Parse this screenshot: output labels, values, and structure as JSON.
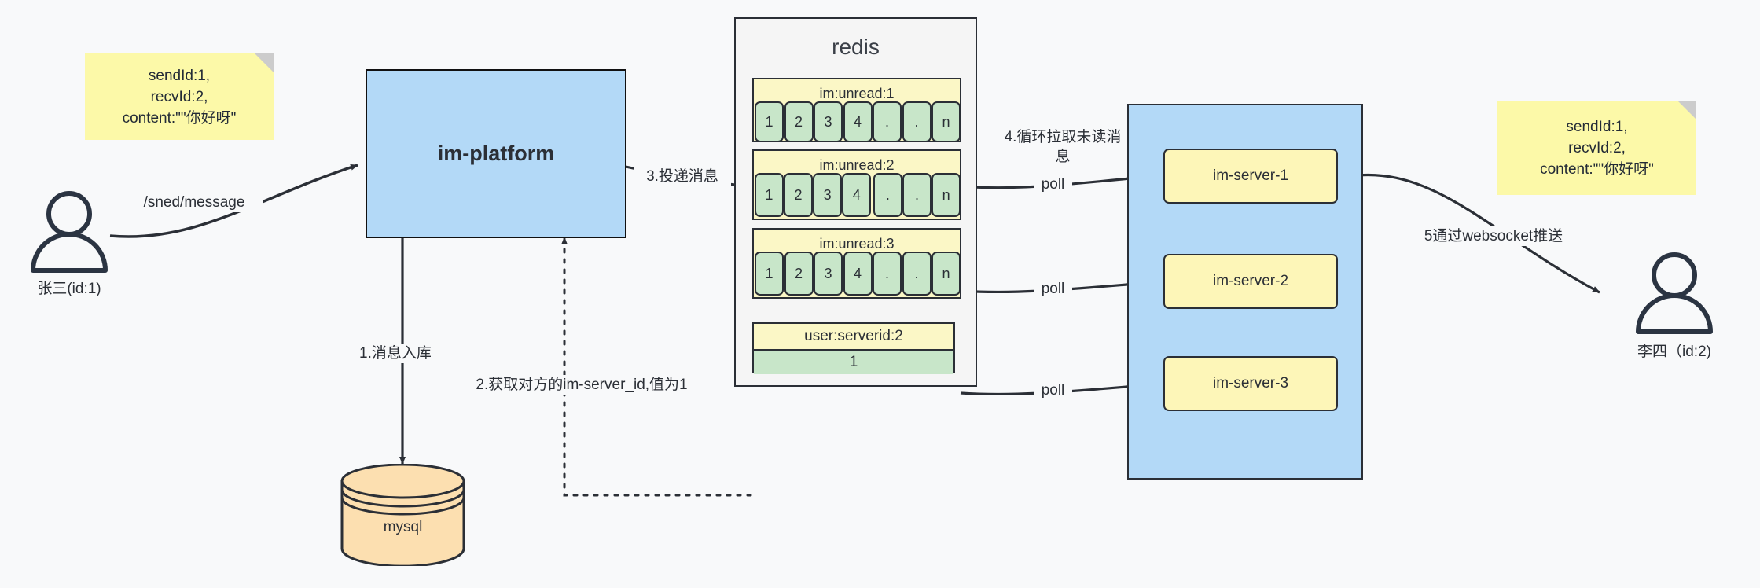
{
  "diagram": {
    "title": "IM message delivery architecture",
    "colors": {
      "background": "#f8f9fa",
      "note_yellow": "#fcf9a8",
      "blue_box": "#b3d9f7",
      "queue_yellow": "#fbf7c6",
      "cell_green": "#c8e6c9",
      "db_orange": "#fcdfb0",
      "stroke": "#2b2f36"
    }
  },
  "notes": {
    "left": "sendId:1,\nrecvId:2,\ncontent:\"\"你好呀\"",
    "right": "sendId:1,\nrecvId:2,\ncontent:\"\"你好呀\""
  },
  "actors": {
    "sender": {
      "label": "张三(id:1)",
      "icon": "user-icon"
    },
    "receiver": {
      "label": "李四（id:2)",
      "icon": "user-icon"
    }
  },
  "platform": {
    "label": "im-platform"
  },
  "database": {
    "label": "mysql",
    "icon": "database-cylinder-icon"
  },
  "redis": {
    "title": "redis",
    "queues": [
      {
        "key": "im:unread:1",
        "cells": [
          "1",
          "2",
          "3",
          "4",
          ".",
          ".",
          "n"
        ]
      },
      {
        "key": "im:unread:2",
        "cells": [
          "1",
          "2",
          "3",
          "4",
          ".",
          ".",
          "n"
        ]
      },
      {
        "key": "im:unread:3",
        "cells": [
          "1",
          "2",
          "3",
          "4",
          ".",
          ".",
          "n"
        ]
      }
    ],
    "kv": {
      "key": "user:serverid:2",
      "value": "1"
    }
  },
  "server_cluster": {
    "servers": [
      {
        "label": "im-server-1"
      },
      {
        "label": "im-server-2"
      },
      {
        "label": "im-server-3"
      }
    ]
  },
  "edges": {
    "send_message": "/sned/message",
    "step1": "1.消息入库",
    "step2": "2.获取对方的im-server_id,值为1",
    "step3": "3.投递消息",
    "step4": "4.循环拉取未读消\n息",
    "poll1": "poll",
    "poll2": "poll",
    "poll3": "poll",
    "step5": "5通过websocket推送"
  }
}
